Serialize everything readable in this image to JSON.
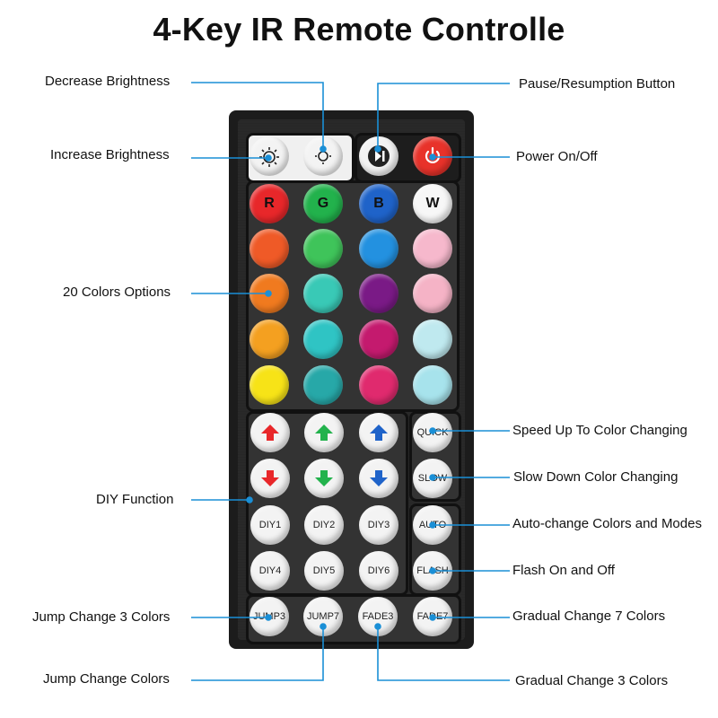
{
  "title": "4-Key IR Remote Controlle",
  "colors": {
    "line": "#1a8fd6",
    "remote_body": "#1c1c1c"
  },
  "top_row": [
    {
      "name": "increase-brightness-button",
      "icon": "sun-up-icon"
    },
    {
      "name": "decrease-brightness-button",
      "icon": "sun-down-icon"
    },
    {
      "name": "play-pause-button",
      "icon": "play-pause-icon"
    },
    {
      "name": "power-button",
      "icon": "power-icon"
    }
  ],
  "color_grid": {
    "letters": [
      "R",
      "G",
      "B",
      "W"
    ],
    "rows": [
      [
        "#e8272a",
        "#22b24c",
        "#1f63c9",
        "#f7f7f7"
      ],
      [
        "#ef5a27",
        "#3fc45a",
        "#2391e0",
        "#f6b8cc"
      ],
      [
        "#f07a1f",
        "#39c9b6",
        "#7a1a86",
        "#f5b3c6"
      ],
      [
        "#f4a020",
        "#2fc4c4",
        "#c41a6e",
        "#bfe9ef"
      ],
      [
        "#f7e317",
        "#27a8a8",
        "#e02a6e",
        "#a7e3ec"
      ]
    ]
  },
  "diy": {
    "up_colors": [
      "#e8272a",
      "#22b24c",
      "#1f63c9"
    ],
    "down_colors": [
      "#e8272a",
      "#22b24c",
      "#1f63c9"
    ],
    "labels": [
      "DIY1",
      "DIY2",
      "DIY3",
      "DIY4",
      "DIY5",
      "DIY6"
    ]
  },
  "side": [
    "QUICK",
    "SLOW",
    "AUTO",
    "FLASH"
  ],
  "bottom": [
    "JUMP3",
    "JUMP7",
    "FADE3",
    "FADE7"
  ],
  "callouts": {
    "decrease_brightness": "Decrease Brightness",
    "increase_brightness": "Increase Brightness",
    "pause_resumption": "Pause/Resumption Button",
    "power": "Power On/Off",
    "colors_options": "20 Colors Options",
    "speed_up": "Speed Up To Color Changing",
    "slow_down": "Slow Down Color Changing",
    "diy_function": "DIY Function",
    "auto_change": "Auto-change Colors and Modes",
    "flash": "Flash On and Off",
    "jump3": "Jump Change 3 Colors",
    "fade7": "Gradual Change 7 Colors",
    "jump_colors": "Jump Change Colors",
    "fade3": "Gradual Change 3 Colors"
  }
}
